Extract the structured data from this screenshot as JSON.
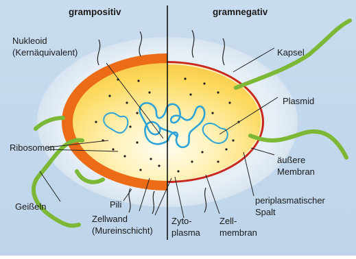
{
  "titles": {
    "left": "grampositiv",
    "right": "gramnegativ"
  },
  "labels": {
    "nucleoid_line1": "Nukleoid",
    "nucleoid_line2": "(Kernäquivalent)",
    "capsule": "Kapsel",
    "plasmid": "Plasmid",
    "ribosomes": "Ribosomen",
    "outer_membrane_line1": "äußere",
    "outer_membrane_line2": "Membran",
    "periplasmic_line1": "periplasmatischer",
    "periplasmic_line2": "Spalt",
    "flagella": "Geißeln",
    "pili": "Pili",
    "cell_wall_line1": "Zellwand",
    "cell_wall_line2": "(Mureinschicht)",
    "cytoplasm_line1": "Zyto-",
    "cytoplasm_line2": "plasma",
    "cell_membrane_line1": "Zell-",
    "cell_membrane_line2": "membran"
  },
  "colors": {
    "capsule": "#d8e6f1",
    "gram_positive_wall": "#ec6b17",
    "outer_membrane": "#c8281e",
    "cytoplasm": "#fbd860",
    "dna": "#2da3d6",
    "flagella": "#7cb735"
  }
}
